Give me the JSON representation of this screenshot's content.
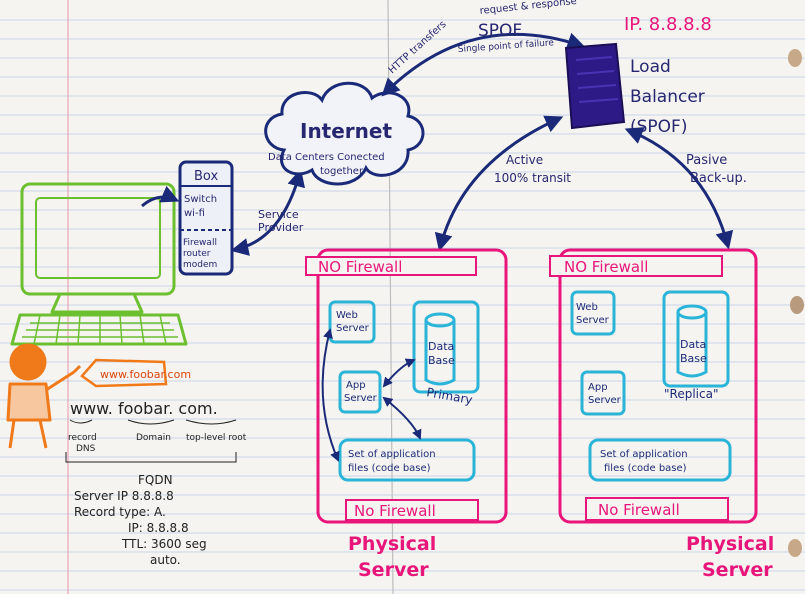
{
  "colors": {
    "paper": "#f6f4f0",
    "rule_line": "#c9d6ea",
    "margin_line": "#e9a6b8",
    "firewall_pink": "#e8157a",
    "server_teal": "#2ab4d8",
    "navy": "#1b2a78",
    "lb_purple": "#2e1a86",
    "computer_green": "#6cbf2f",
    "person_orange": "#f07a1a"
  },
  "icons": [
    "computer-icon",
    "person-icon",
    "cloud-icon",
    "load-balancer-icon",
    "database-icon"
  ],
  "load_balancer": {
    "ip": "IP. 8.8.8.8",
    "title_line1": "Load",
    "title_line2": "Balancer",
    "title_line3": "(SPOF)"
  },
  "spof": {
    "label": "SPOF",
    "subtitle": "Single point of failure",
    "http_text": "HTTP transfers",
    "request_text": "request & response"
  },
  "internet": {
    "title": "Internet",
    "line1": "Data Centers Conected",
    "line2": "together."
  },
  "links": {
    "active_line1": "Active",
    "active_line2": "100% transit",
    "passive_line1": "Pasive",
    "passive_line2": "Back-up.",
    "service_line1": "Service",
    "service_line2": "Provider"
  },
  "box": {
    "title": "Box",
    "item1_line1": "Switch",
    "item1_line2": "wi-fi",
    "item2_line1": "Firewall",
    "item2_line2": "router",
    "item2_line3": "modem"
  },
  "client": {
    "url_callout": "www.foobar.com"
  },
  "domain_breakdown": {
    "full": "www. foobar. com.",
    "part1_line1": "record",
    "part1_line2": "DNS",
    "part2": "Domain",
    "part3": "top-level root"
  },
  "dns": {
    "fqdn": "FQDN",
    "server": "Server  IP 8.8.8.8",
    "record_type": "Record type: A.",
    "ip": "IP: 8.8.8.8",
    "ttl_line1": "TTL: 3600 seg",
    "ttl_line2": "auto."
  },
  "server_left": {
    "no_firewall_top": "NO Firewall",
    "no_firewall_bottom": "No Firewall",
    "web_line1": "Web",
    "web_line2": "Server",
    "app_line1": "App",
    "app_line2": "Server",
    "db_line1": "Data",
    "db_line2": "Base",
    "db_role": "Primary",
    "files_line1": "Set of  application",
    "files_line2": "files (code base)",
    "physical_line1": "Physical",
    "physical_line2": "Server"
  },
  "server_right": {
    "no_firewall_top": "NO Firewall",
    "no_firewall_bottom": "No Firewall",
    "web_line1": "Web",
    "web_line2": "Server",
    "app_line1": "App",
    "app_line2": "Server",
    "db_line1": "Data",
    "db_line2": "Base",
    "db_role": "\"Replica\"",
    "files_line1": "Set of application",
    "files_line2": "files (code base)",
    "physical_line1": "Physical",
    "physical_line2": "Server"
  }
}
